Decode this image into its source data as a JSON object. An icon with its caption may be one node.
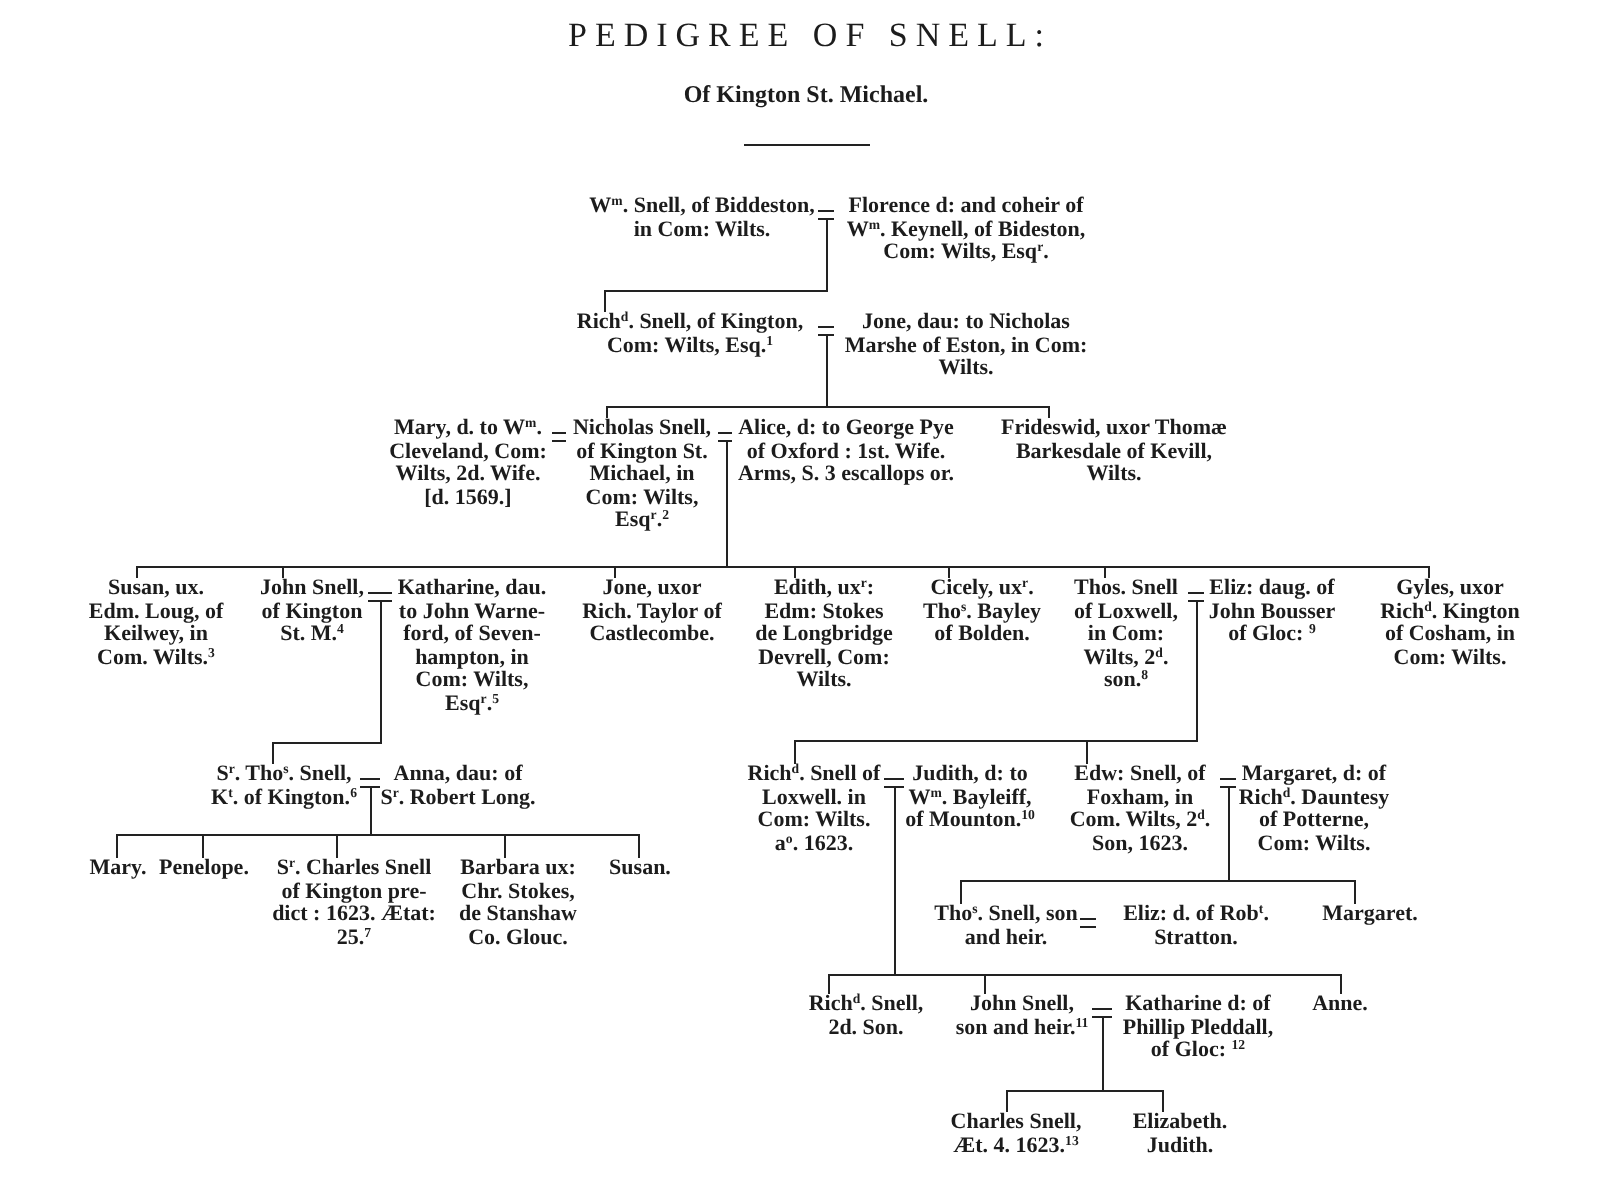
{
  "diagram": {
    "title": "PEDIGREE OF SNELL:",
    "nodes": [
      {
        "text": [
          "W$^{m}$. Snell, of Biddeston, in Com: Wilts."
        ]
      },
      {
        "text": [
          "Florence d: and coheir of W$^{m}$. Keynell, of Bideston, Com: Wilts, Esq$^{r}$."
        ]
      },
      {
        "text": [
          "Rich$^{d}$. Snell, of Kington, Com: Wilts, Esq.$^{1}$"
        ]
      },
      {
        "text": [
          "Jone, dau: to Nicholas Marshe of Eston, in Com: Wilts."
        ]
      },
      {
        "text": [
          "Mary, d. to W$^{m}$. Cleveland, Com: Wilts, 2d. Wife. [d. 1569.]"
        ]
      },
      {
        "text": [
          "Nicholas Snell, of Kington St. Michael, in Com: Wilts, Esq$^{r}$.$^{2}$"
        ]
      },
      {
        "text": [
          "Alice, d: to George Pye of Oxford : 1st. Wife. Arms, S. 3 escallops or."
        ]
      },
      {
        "text": [
          "Frideswid, uxor Thomæ Barkesdale of Kevill, Wilts."
        ]
      },
      {
        "text": [
          "Susan, ux. Edm. Loug, of Keilwey, in Com. Wilts.$^{3}$"
        ]
      },
      {
        "text": [
          "John Snell, of Kington St. M.$^{4}$"
        ]
      },
      {
        "text": [
          "Katharine, dau. to John Warne-ford, of Seven-hampton, in Com: Wilts, Esq$^{r}$.$^{5}$"
        ]
      },
      {
        "text": [
          "Jone, uxor Rich. Taylor of Castlecombe."
        ]
      },
      {
        "text": [
          "Edith, ux$^{r}$: Edm: Stokes de Longbridge Devrell, Com: Wilts."
        ]
      },
      {
        "text": [
          "Cicely, ux$^{r}$. Tho$^{s}$. Bayley of Bolden."
        ]
      },
      {
        "text": [
          "Thos. Snell of Loxwell, in Com: Wilts, 2$^{d}$. son.$^{8}$"
        ]
      },
      {
        "text": [
          "Eliz: daug. of John Bousser of Gloc: $^{9}$"
        ]
      },
      {
        "text": [
          "Gyles, uxor Rich$^{d}$. Kington of Cosham, in Com: Wilts."
        ]
      },
      {
        "text": [
          "S$^{r}$. Tho$^{s}$. Snell, K$^{t}$. of Kington.$^{6}$"
        ]
      },
      {
        "text": [
          "Anna, dau: of S$^{r}$. Robert Long."
        ]
      },
      {
        "text": [
          "Rich$^{d}$. Snell of Loxwell. in Com: Wilts. a$^{o}$. 1623."
        ]
      },
      {
        "text": [
          "Judith, d: to W$^{m}$. Bayleiff, of Mounton.$^{10}$"
        ]
      },
      {
        "text": [
          "Edw: Snell, of Foxham, in Com. Wilts, 2$^{d}$. Son, 1623."
        ]
      },
      {
        "text": [
          "Margaret, d: of Rich$^{d}$. Dauntesy of Potterne, Com: Wilts."
        ]
      },
      {
        "text": [
          "Mary."
        ]
      },
      {
        "text": [
          "Penelope."
        ]
      },
      {
        "text": [
          "S$^{r}$. Charles Snell of Kington pre-dict : 1623. Ætat: 25.$^{7}$"
        ]
      },
      {
        "text": [
          "Barbara ux: Chr. Stokes, de Stanshaw Co. Glouc."
        ]
      },
      {
        "text": [
          "Susan."
        ]
      },
      {
        "text": [
          "Tho$^{s}$. Snell, son and heir."
        ]
      },
      {
        "text": [
          "Eliz: d. of Rob$^{t}$. Stratton."
        ]
      },
      {
        "text": [
          "Margaret."
        ]
      },
      {
        "text": [
          "Rich$^{d}$. Snell, 2d. Son."
        ]
      },
      {
        "text": [
          "John Snell, son and heir.$^{11}$"
        ]
      },
      {
        "text": [
          "Katharine d: of Phillip Pleddall, of Gloc: $^{12}$"
        ]
      },
      {
        "text": [
          "Anne."
        ]
      },
      {
        "text": [
          "Charles Snell, Æt. 4. 1623.$^{13}$"
        ]
      },
      {
        "text": [
          "Elizabeth. Judith."
        ]
      }
    ],
    "edges": [
      {
        "from": 0,
        "to": 1,
        "arrow": "none"
      },
      {
        "from": 2,
        "to": 3,
        "arrow": "none"
      },
      {
        "from": 4,
        "to": 5,
        "arrow": "none"
      },
      {
        "from": 5,
        "to": 6,
        "arrow": "none"
      },
      {
        "from": 9,
        "to": 10,
        "arrow": "none"
      },
      {
        "from": 14,
        "to": 15,
        "arrow": "none"
      },
      {
        "from": 17,
        "to": 18,
        "arrow": "none"
      },
      {
        "from": 19,
        "to": 20,
        "arrow": "none"
      },
      {
        "from": 21,
        "to": 22,
        "arrow": "none"
      },
      {
        "from": 28,
        "to": 29,
        "arrow": "none"
      },
      {
        "from": 32,
        "to": 33,
        "arrow": "none"
      },
      {
        "from": 0,
        "to": 2,
        "arrow": "none"
      },
      {
        "from": 2,
        "to": 5,
        "arrow": "none"
      },
      {
        "from": 2,
        "to": 7,
        "arrow": "none"
      },
      {
        "from": 5,
        "to": 8,
        "arrow": "none"
      },
      {
        "from": 5,
        "to": 9,
        "arrow": "none"
      },
      {
        "from": 5,
        "to": 11,
        "arrow": "none"
      },
      {
        "from": 5,
        "to": 12,
        "arrow": "none"
      },
      {
        "from": 5,
        "to": 13,
        "arrow": "none"
      },
      {
        "from": 5,
        "to": 14,
        "arrow": "none"
      },
      {
        "from": 5,
        "to": 16,
        "arrow": "none"
      },
      {
        "from": 9,
        "to": 17,
        "arrow": "none"
      },
      {
        "from": 17,
        "to": 23,
        "arrow": "none"
      },
      {
        "from": 17,
        "to": 24,
        "arrow": "none"
      },
      {
        "from": 17,
        "to": 25,
        "arrow": "none"
      },
      {
        "from": 17,
        "to": 26,
        "arrow": "none"
      },
      {
        "from": 17,
        "to": 27,
        "arrow": "none"
      },
      {
        "from": 14,
        "to": 19,
        "arrow": "none"
      },
      {
        "from": 14,
        "to": 21,
        "arrow": "none"
      },
      {
        "from": 19,
        "to": 31,
        "arrow": "none"
      },
      {
        "from": 19,
        "to": 32,
        "arrow": "none"
      },
      {
        "from": 19,
        "to": 34,
        "arrow": "none"
      },
      {
        "from": 21,
        "to": 28,
        "arrow": "none"
      },
      {
        "from": 21,
        "to": 30,
        "arrow": "none"
      },
      {
        "from": 32,
        "to": 35,
        "arrow": "none"
      },
      {
        "from": 32,
        "to": 36,
        "arrow": "none"
      }
    ],
    "labels": [
      "Of Kington St. Michael."
    ]
  }
}
